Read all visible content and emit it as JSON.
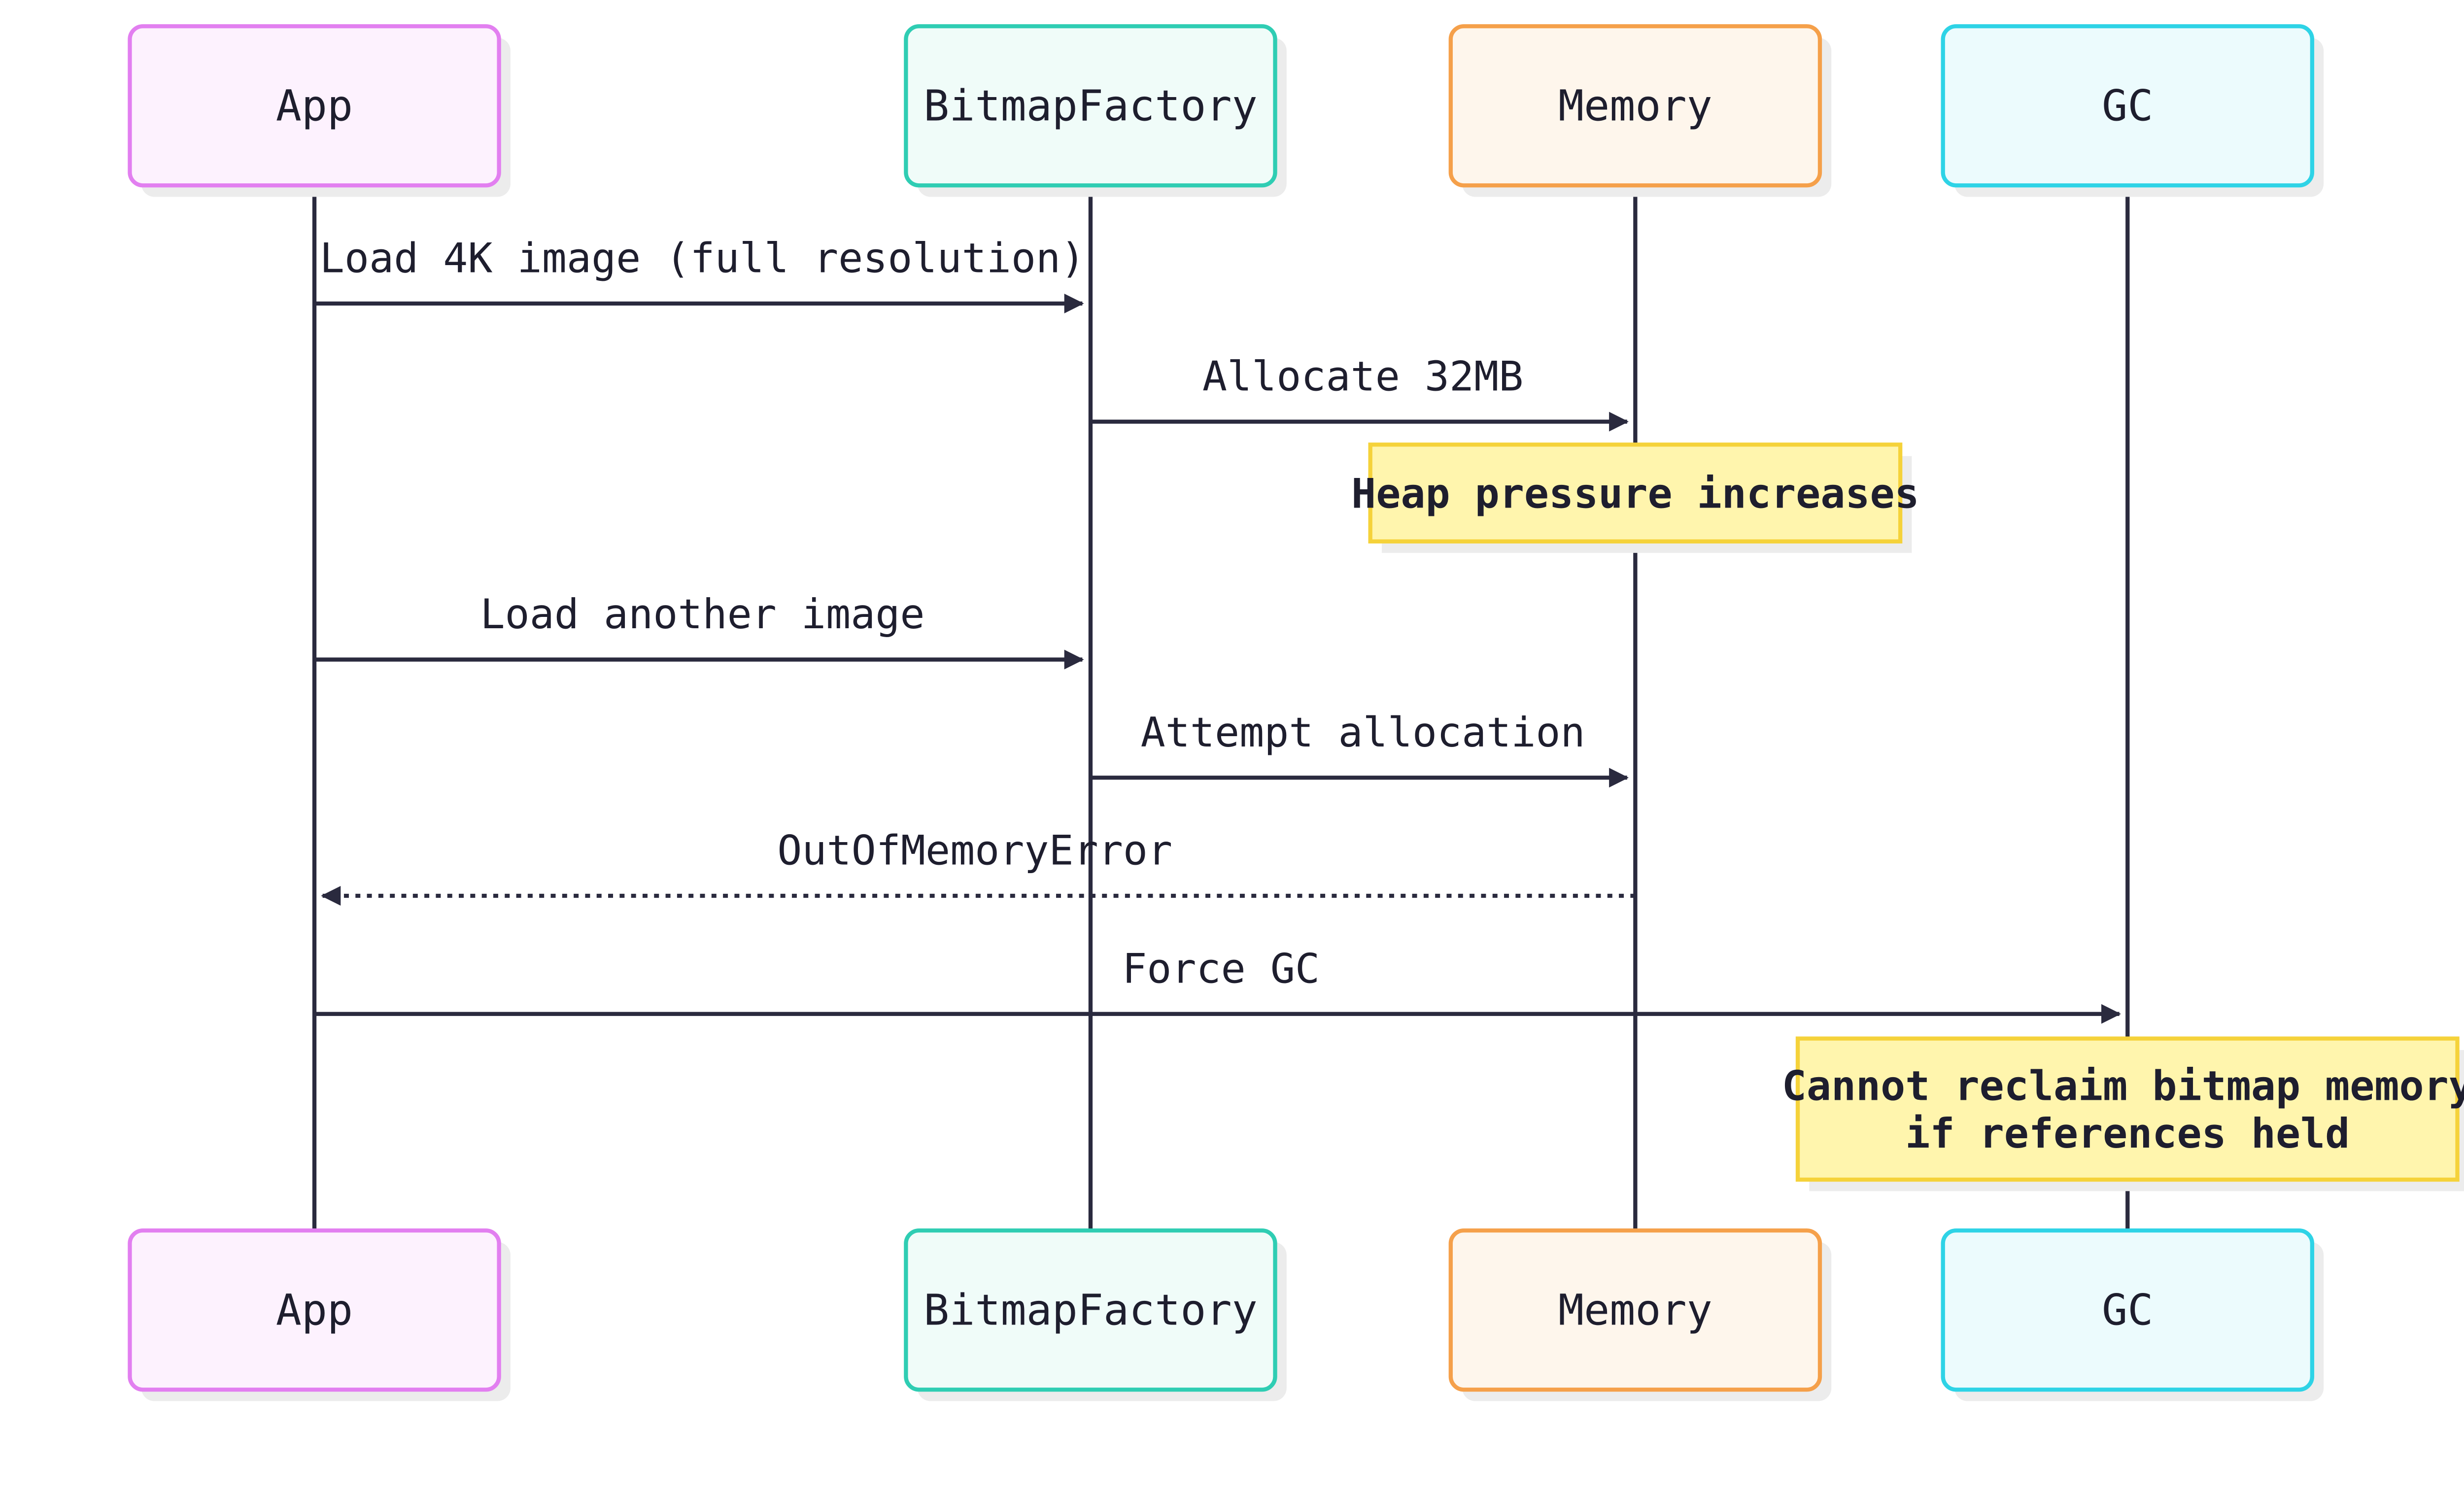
{
  "participants": [
    {
      "id": "app",
      "label": "App",
      "border": "#e27ff0",
      "fill": "#fdf2fe"
    },
    {
      "id": "factory",
      "label": "BitmapFactory",
      "border": "#2fcdb3",
      "fill": "#f0fcf9"
    },
    {
      "id": "memory",
      "label": "Memory",
      "border": "#f5a04a",
      "fill": "#fef6ec"
    },
    {
      "id": "gc",
      "label": "GC",
      "border": "#2ed3e6",
      "fill": "#ecfbfd"
    }
  ],
  "messages": [
    {
      "from": "app",
      "to": "factory",
      "label": "Load 4K image (full resolution)",
      "style": "solid"
    },
    {
      "from": "factory",
      "to": "memory",
      "label": "Allocate 32MB",
      "style": "solid"
    },
    {
      "note": true,
      "over": "memory",
      "lines": [
        "Heap pressure increases"
      ]
    },
    {
      "from": "app",
      "to": "factory",
      "label": "Load another image",
      "style": "solid"
    },
    {
      "from": "factory",
      "to": "memory",
      "label": "Attempt allocation",
      "style": "solid"
    },
    {
      "from": "memory",
      "to": "app",
      "label": "OutOfMemoryError",
      "style": "dotted"
    },
    {
      "from": "app",
      "to": "gc",
      "label": "Force GC",
      "style": "solid"
    },
    {
      "note": true,
      "over": "gc",
      "lines": [
        "Cannot reclaim bitmap memory",
        "if references held"
      ]
    }
  ],
  "colors": {
    "line": "#2a2a3e",
    "note_fill": "#fff5ad",
    "note_border": "#f5d23a",
    "shadow": "#ececec"
  }
}
